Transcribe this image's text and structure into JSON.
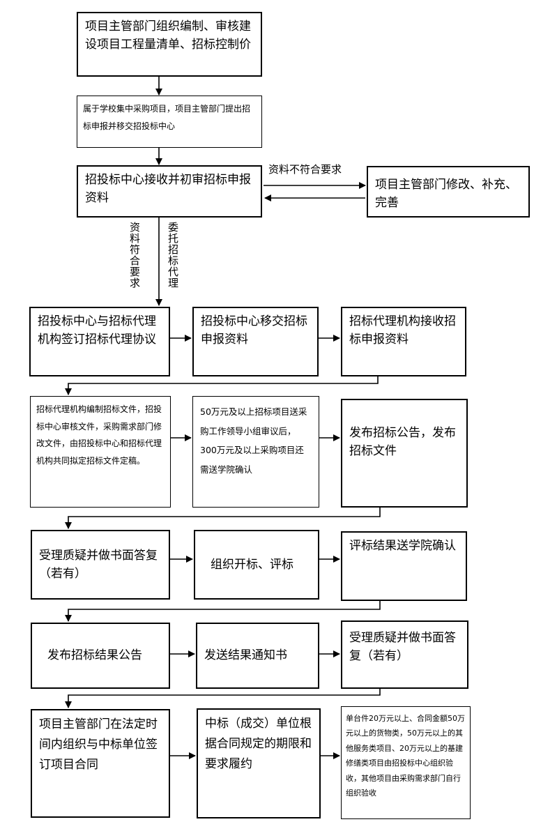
{
  "boxes": {
    "b1": "项目主管部门组织编制、审核建设项目工程量清单、招标控制价",
    "b2": "属于学校集中采购项目，项目主管部门提出招标申报并移交招投标中心",
    "b3": "招投标中心接收并初审招标申报资料",
    "b4": "项目主管部门修改、补充、完善",
    "b5": "招投标中心与招标代理机构签订招标代理协议",
    "b6": "招投标中心移交招标申报资料",
    "b7": "招标代理机构接收招标申报资料",
    "b8": "招标代理机构编制招标文件，招投标中心审核文件，采购需求部门修改文件，由招投标中心和招标代理机构共同拟定招标文件定稿。",
    "b9": "50万元及以上招标项目送采购工作领导小组审议后，300万元及以上采购项目还需送学院确认",
    "b10": "发布招标公告，发布招标文件",
    "b11": "受理质疑并做书面答复（若有）",
    "b12": "组织开标、评标",
    "b13": "评标结果送学院确认",
    "b14": "发布招标结果公告",
    "b15": "发送结果通知书",
    "b16": "受理质疑并做书面答复（若有）",
    "b17": "项目主管部门在法定时间内组织与中标单位签订项目合同",
    "b18": "中标（成交）单位根据合同规定的期限和要求履约",
    "b19": "单台件20万元以上、合同金额50万元以上的货物类，50万元以上的其他服务类项目、20万元以上的基建修缮类项目由招投标中心组织验收，其他项目由采购需求部门自行组织验收"
  },
  "labels": {
    "not_ok": "资料不符合要求",
    "ok": "资料符合要求",
    "delegate": "委托招标代理"
  }
}
